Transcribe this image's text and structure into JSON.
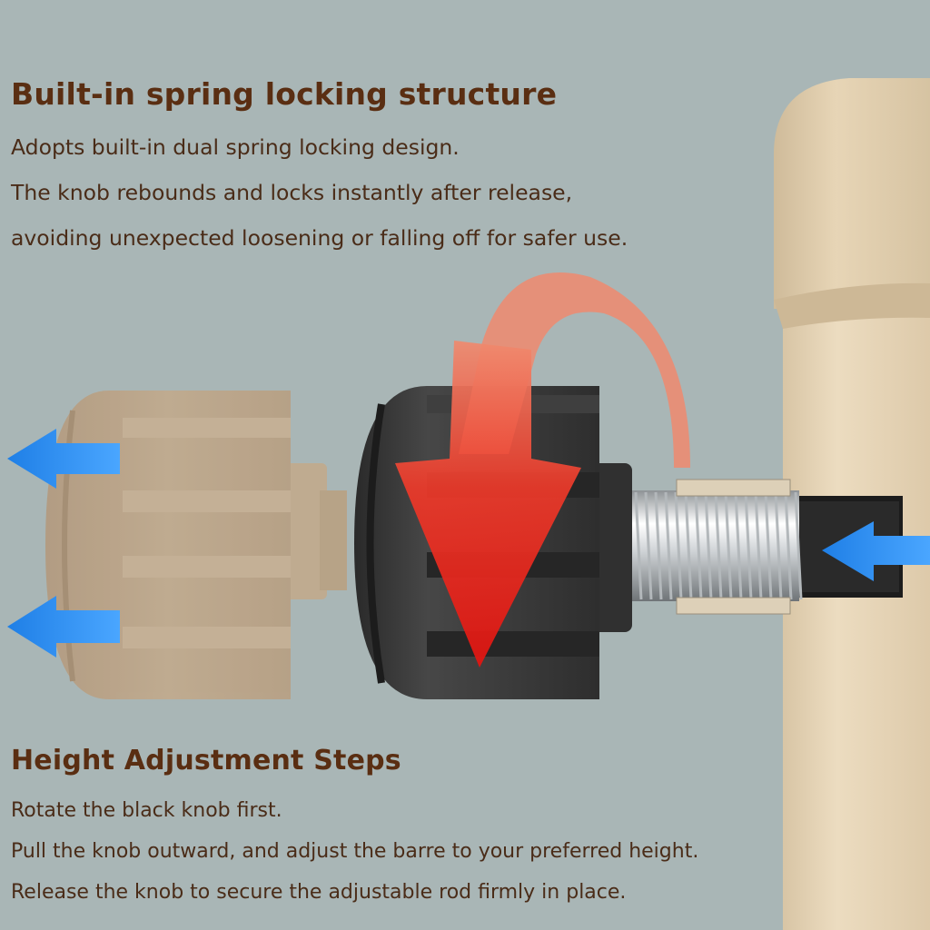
{
  "colors": {
    "background": "#a9b6b6",
    "heading": "#5a2e12",
    "body_text": "#4a2c18",
    "rod_beige": "#e4d2b4",
    "black_knob": "#3a3a3a",
    "red_arrow": "#e8221e",
    "blue_arrow": "#2f8ef0"
  },
  "section_lock": {
    "title": "Built-in spring locking structure",
    "lines": [
      "Adopts built-in dual spring locking design.",
      "The knob rebounds and locks instantly after release,",
      "avoiding unexpected loosening or falling off for safer use."
    ]
  },
  "section_steps": {
    "title": "Height Adjustment Steps",
    "lines": [
      "Rotate the black knob first.",
      "Pull the knob outward, and adjust the barre to your preferred height.",
      "Release the knob to secure the adjustable rod firmly in place."
    ]
  },
  "illustration": {
    "icons": [
      "rotate-arrow-icon",
      "down-arrow-icon",
      "pull-left-arrow-icon",
      "push-right-arrow-icon"
    ]
  }
}
